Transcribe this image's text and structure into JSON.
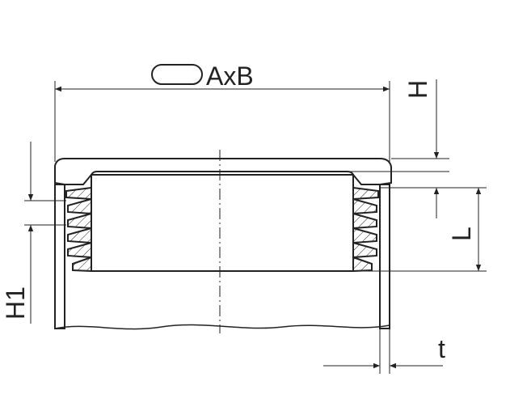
{
  "drawing": {
    "title_label": "AxB",
    "labels": {
      "height_cap": "H",
      "height_h1": "H1",
      "length": "L",
      "thickness": "t"
    },
    "line_color": "#222222",
    "background": "#ffffff"
  }
}
